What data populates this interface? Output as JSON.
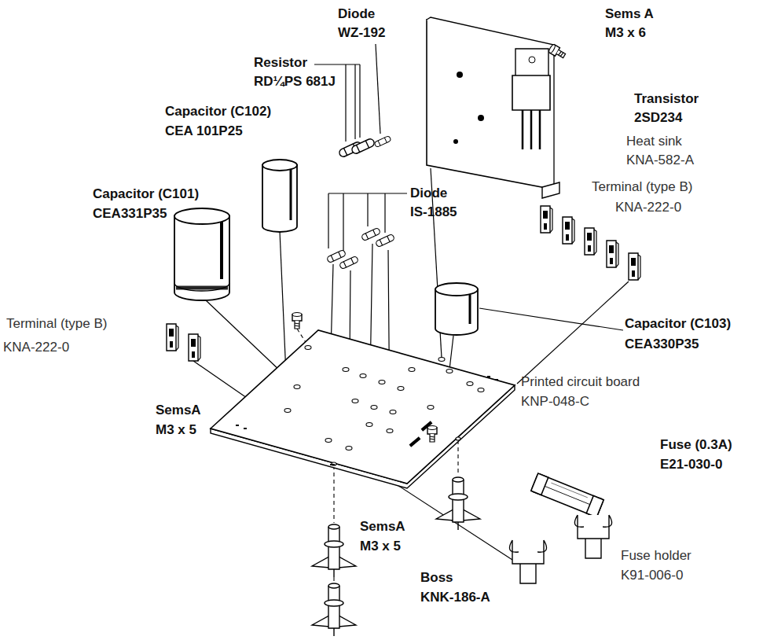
{
  "diagram": {
    "labels": [
      "Diode",
      "WZ-192",
      "Sems A",
      "M3 x 6",
      "Resistor",
      "RD¼PS 681J",
      "Transistor",
      "2SD234",
      "Capacitor (C102)",
      "CEA 101P25",
      "Heat sink",
      "KNA-582-A",
      "Diode",
      "IS-1885",
      "Capacitor (C101)",
      "CEA331P35",
      "Terminal (type B)",
      "KNA-222-0",
      "Terminal (type B)",
      "KNA-222-0",
      "Capacitor (C103)",
      "CEA330P35",
      "Printed circuit board",
      "KNP-048-C",
      "SemsA",
      "M3 x 5",
      "Fuse (0.3A)",
      "E21-030-0",
      "SemsA",
      "M3 x 5",
      "Fuse holder",
      "K91-006-0",
      "Boss",
      "KNK-186-A"
    ]
  }
}
